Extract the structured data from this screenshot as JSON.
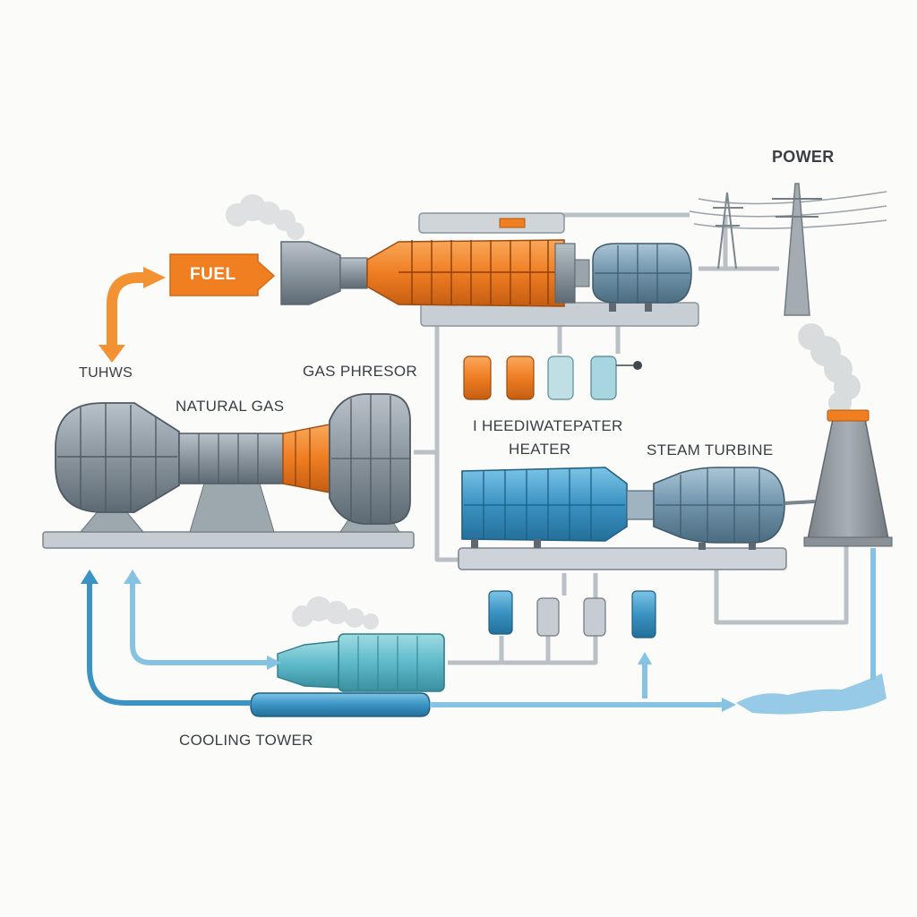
{
  "labels": {
    "power": "POWER",
    "fuel": "FUEL",
    "turns": "TUНWS",
    "gas_phresor": "GAS PHRESOR",
    "natural_gas": "NATURAL GAS",
    "feedwater": "I HEEDIWATEPATER",
    "heater": "HEATER",
    "steam_turbine": "STEAM TURBINE",
    "cooling_tower": "COOLING TOWER"
  },
  "colors": {
    "orange": "#f07f22",
    "steel": "#8a959e",
    "steel_dark": "#5d6870",
    "blue": "#3a93c2",
    "teal": "#5db9c9",
    "pipe": "#b9c1c7",
    "light_blue": "#86c3e3"
  }
}
